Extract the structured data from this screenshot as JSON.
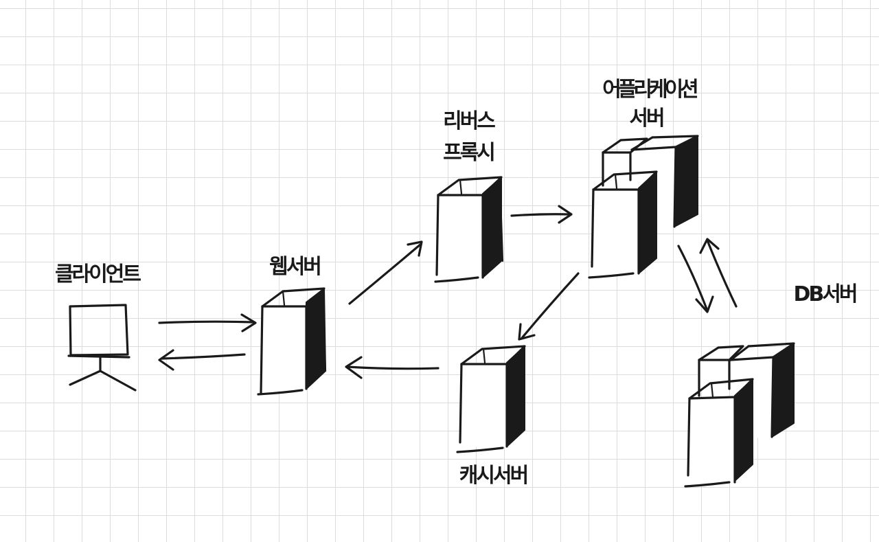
{
  "nodes": {
    "client": {
      "label": "클라이언트"
    },
    "web_server": {
      "label": "웹서버"
    },
    "reverse_proxy": {
      "label_line1": "리버스",
      "label_line2": "프록시"
    },
    "app_server": {
      "label_line1": "어플리케이션",
      "label_line2": "서버"
    },
    "cache_server": {
      "label": "캐시서버"
    },
    "db_server": {
      "label": "DB서버"
    }
  },
  "colors": {
    "ink": "#1a1a1a",
    "grid": "#dcdcdc",
    "paper": "#ffffff"
  }
}
